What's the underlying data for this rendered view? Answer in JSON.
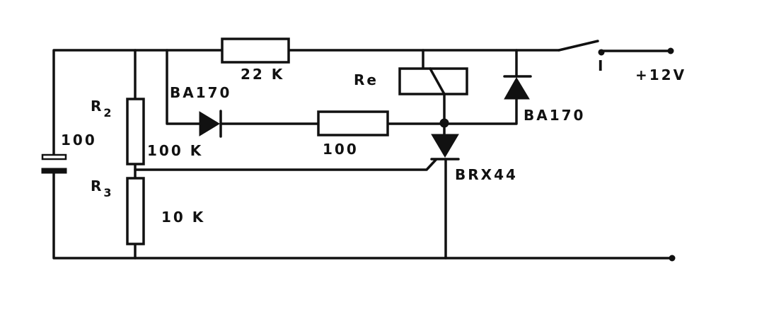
{
  "schematic": {
    "supply_label": "+12V",
    "switch_label": "I",
    "capacitor": {
      "value": "100"
    },
    "r2": {
      "name": "R",
      "sub": "2",
      "value": "100 K"
    },
    "r3": {
      "name": "R",
      "sub": "3",
      "value": "10 K"
    },
    "r_top": {
      "value": "22 K"
    },
    "r_mid": {
      "value": "100"
    },
    "diode_left": {
      "part": "BA170"
    },
    "diode_right": {
      "part": "BA170"
    },
    "relay": {
      "label": "Re"
    },
    "thyristor": {
      "part": "BRX44"
    }
  }
}
